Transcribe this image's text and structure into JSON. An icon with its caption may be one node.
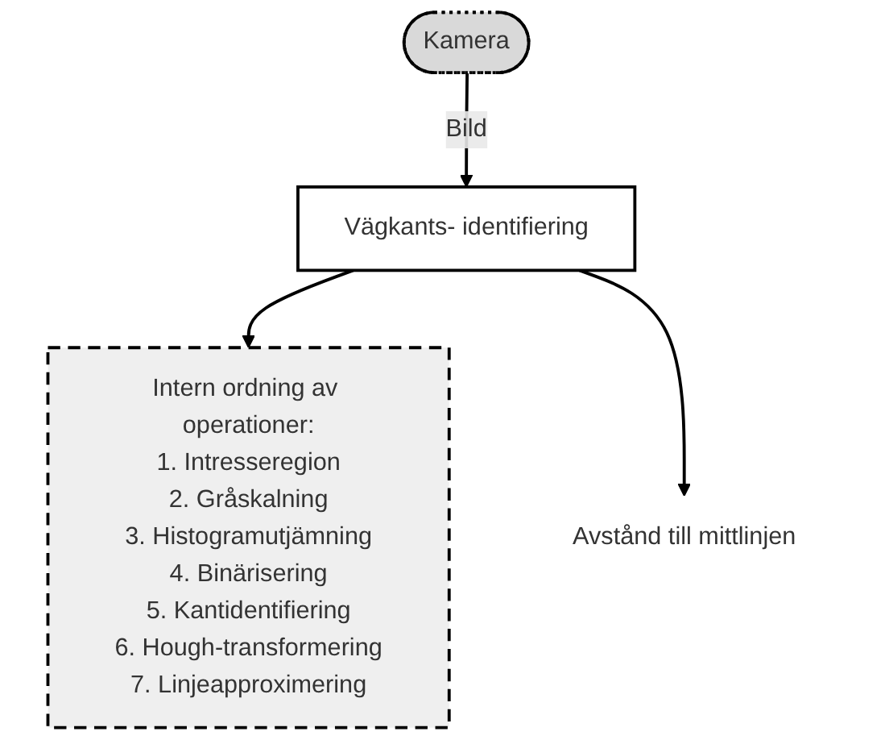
{
  "diagram": {
    "nodes": [
      {
        "text": [
          "Kamera"
        ]
      },
      {
        "text": [
          "Vägkants- identifiering"
        ]
      },
      {
        "text": [
          "Intern ordning av operationer:",
          "1. Intresseregion",
          "2. Gråskalning",
          "3. Histogramutjämning",
          "4. Binärisering",
          "5. Kantidentifiering",
          "6. Hough-transformering",
          "7. Linjeapproximering"
        ]
      },
      {
        "text": [
          "Avstånd till mittlinjen"
        ]
      }
    ],
    "edges": [
      {
        "from": 0,
        "to": 1,
        "arrow": "to",
        "label": "Bild"
      },
      {
        "from": 1,
        "to": 2,
        "arrow": "to"
      },
      {
        "from": 1,
        "to": 3,
        "arrow": "to"
      }
    ]
  }
}
